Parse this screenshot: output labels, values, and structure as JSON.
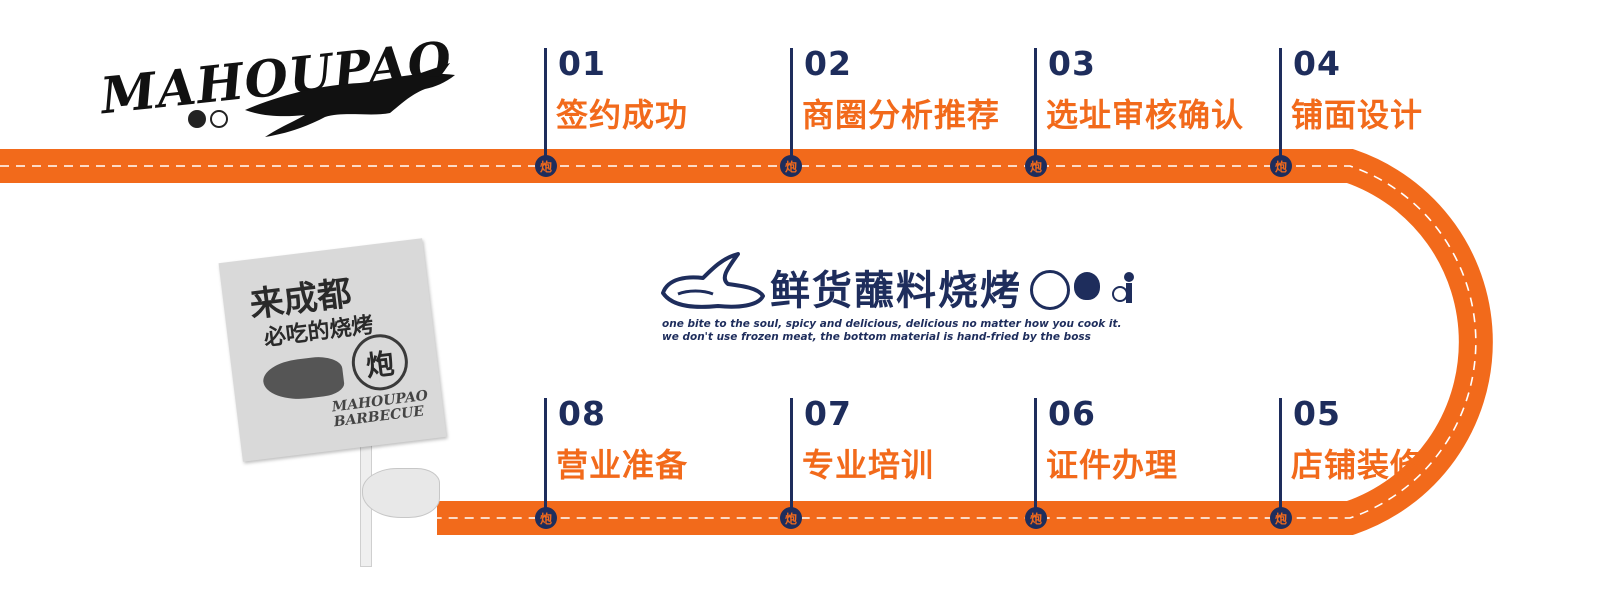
{
  "brand": {
    "logo_text": "MAHOUPAO",
    "center_title": "鲜货蘸料烧烤",
    "tagline_1": "one bite to the soul, spicy and delicious, delicious no matter how you cook it.",
    "tagline_2": "we don't use frozen meat, the bottom material is hand-fried by the boss"
  },
  "marker_glyph": "炮",
  "steps_top": [
    {
      "num": "01",
      "title": "签约成功"
    },
    {
      "num": "02",
      "title": "商圈分析推荐"
    },
    {
      "num": "03",
      "title": "选址审核确认"
    },
    {
      "num": "04",
      "title": "铺面设计"
    }
  ],
  "steps_bottom": [
    {
      "num": "08",
      "title": "营业准备"
    },
    {
      "num": "07",
      "title": "专业培训"
    },
    {
      "num": "06",
      "title": "证件办理"
    },
    {
      "num": "05",
      "title": "店铺装修"
    }
  ],
  "sign": {
    "line1": "来成都",
    "line2": "必吃的烧烤",
    "stamp": "炮",
    "brand": "MAHOUPAO BARBECUE"
  },
  "colors": {
    "orange": "#f26a1b",
    "navy": "#1e2d5c"
  }
}
